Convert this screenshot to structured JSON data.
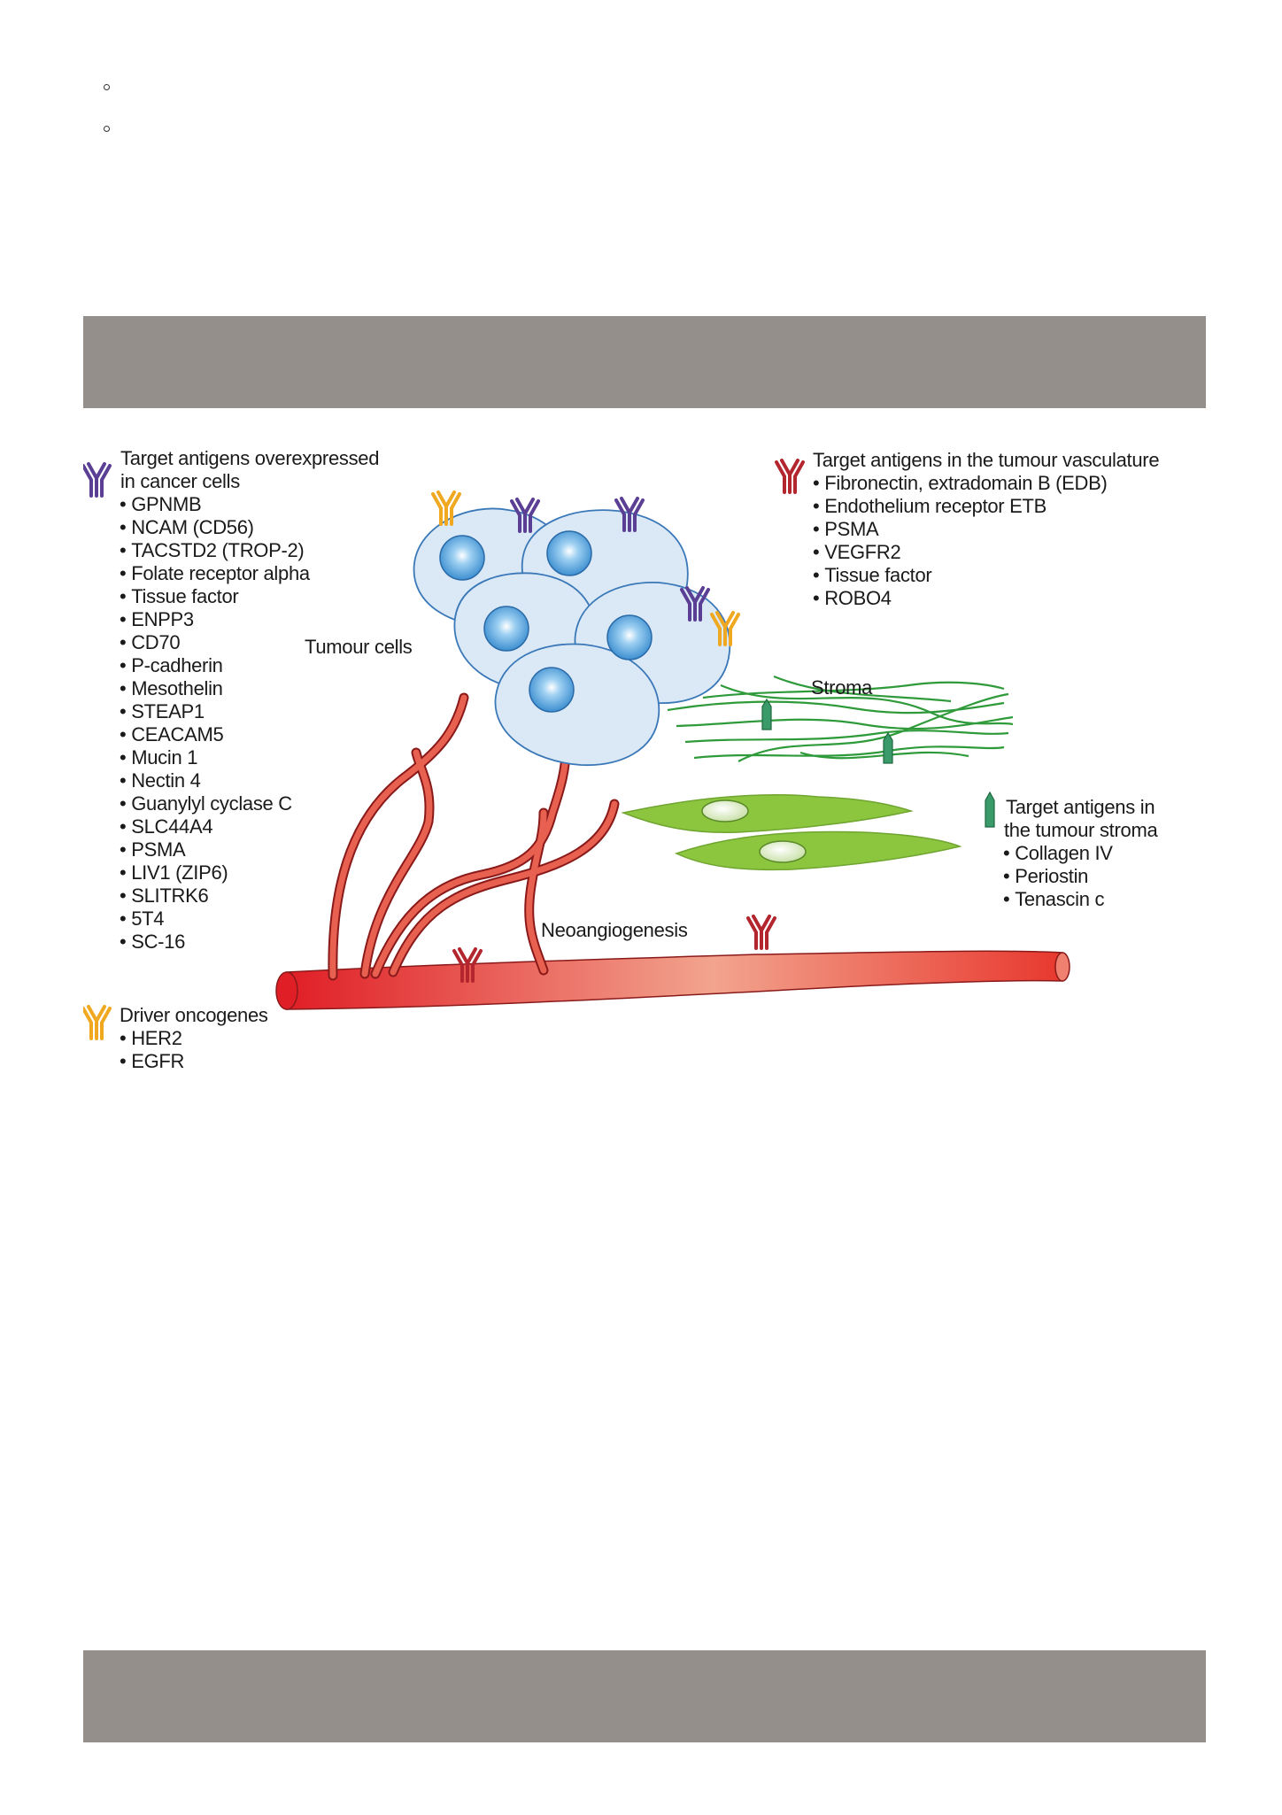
{
  "page": {
    "bullets": [
      "",
      ""
    ]
  },
  "figure": {
    "cancer_cells": {
      "heading_line1": "Target antigens overexpressed",
      "heading_line2": "in cancer cells",
      "items": [
        "GPNMB",
        "NCAM (CD56)",
        "TACSTD2 (TROP-2)",
        "Folate receptor alpha",
        "Tissue factor",
        "ENPP3",
        "CD70",
        "P-cadherin",
        "Mesothelin",
        "STEAP1",
        "CEACAM5",
        "Mucin 1",
        "Nectin 4",
        "Guanylyl cyclase C",
        "SLC44A4",
        "PSMA",
        "LIV1 (ZIP6)",
        "SLITRK6",
        "5T4",
        "SC-16"
      ],
      "icon_color": "#5b3f95"
    },
    "driver_oncogenes": {
      "heading": "Driver oncogenes",
      "items": [
        "HER2",
        "EGFR"
      ],
      "icon_color": "#f0a820"
    },
    "vasculature": {
      "heading": "Target antigens in the tumour vasculature",
      "items": [
        "Fibronectin, extradomain B (EDB)",
        "Endothelium receptor ETB",
        "PSMA",
        "VEGFR2",
        "Tissue factor",
        "ROBO4"
      ],
      "icon_color": "#b3262e"
    },
    "stroma_targets": {
      "heading_line1": "Target antigens in",
      "heading_line2": "the tumour stroma",
      "items": [
        "Collagen IV",
        "Periostin",
        "Tenascin c"
      ],
      "icon_color": "#2e8a5a"
    },
    "labels": {
      "tumour_cells": "Tumour cells",
      "stroma": "Stroma",
      "neoangiogenesis": "Neoangiogenesis"
    },
    "colors": {
      "cell_fill": "#dbe9f6",
      "nucleus": "#5aa8e0",
      "vessel": "#e23a3a",
      "stroma_fibre": "#2f9a3a",
      "fibroblast": "#8cc63f",
      "band": "#958f8c"
    }
  }
}
